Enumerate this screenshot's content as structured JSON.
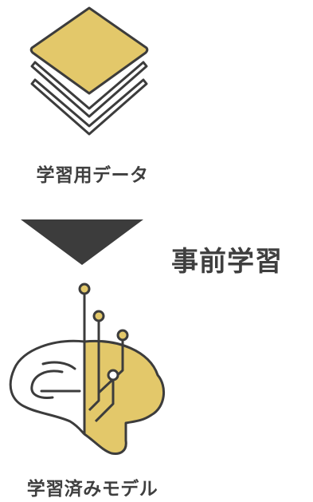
{
  "colors": {
    "accent": "#e3c86a",
    "stroke": "#3c3c3c",
    "text": "#3f3f3f"
  },
  "diagram": {
    "input": {
      "icon": "layers-icon",
      "label": "学習用データ"
    },
    "arrow": {
      "icon": "down-triangle-arrow"
    },
    "process": {
      "label": "事前学習"
    },
    "output": {
      "icon": "brain-circuit-icon",
      "label": "学習済みモデル"
    }
  }
}
